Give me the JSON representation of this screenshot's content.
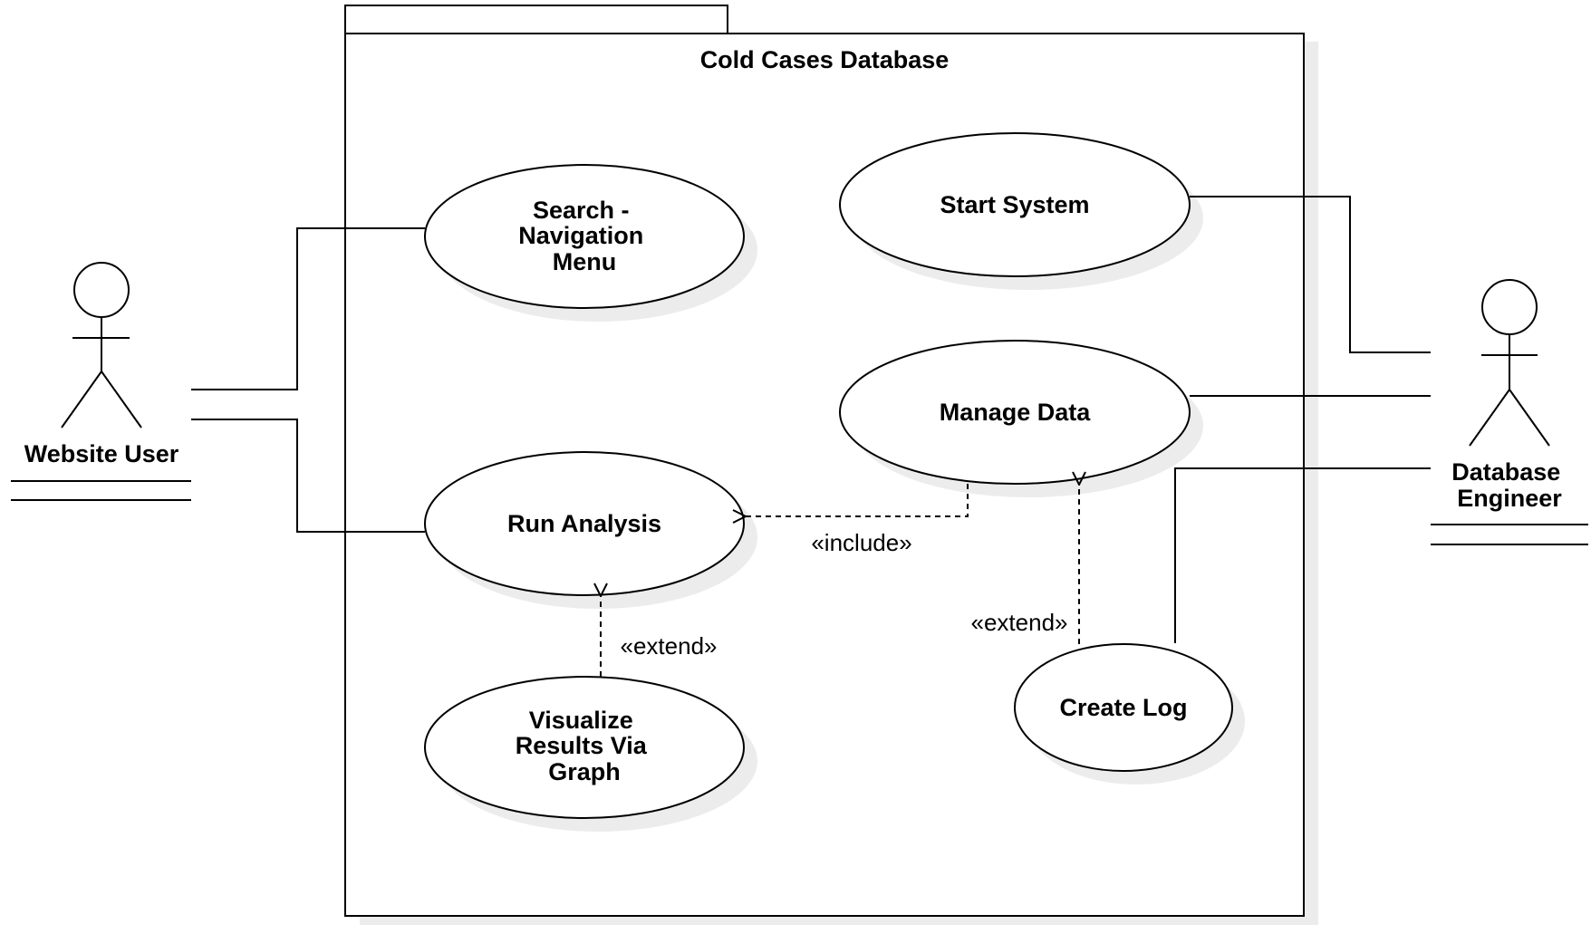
{
  "diagram": {
    "system_title": "Cold Cases Database",
    "actors": {
      "website_user": "Website User",
      "database_engineer": [
        "Database",
        "Engineer"
      ]
    },
    "use_cases": {
      "search_navigation_menu": [
        "Search -",
        "Navigation",
        "Menu"
      ],
      "start_system": "Start System",
      "manage_data": "Manage Data",
      "run_analysis": "Run Analysis",
      "visualize_results": [
        "Visualize",
        "Results Via",
        "Graph"
      ],
      "create_log": "Create Log"
    },
    "stereotypes": {
      "include": "«include»",
      "extend_visualize": "«extend»",
      "extend_create_log": "«extend»"
    }
  },
  "colors": {
    "stroke": "#000000",
    "shadow": "#ececec",
    "background": "#ffffff"
  }
}
